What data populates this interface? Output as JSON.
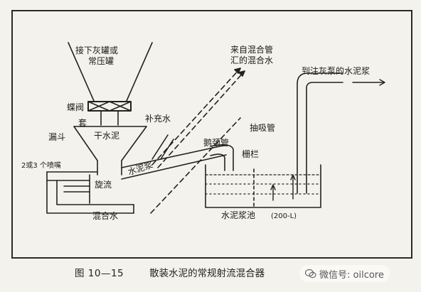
{
  "labels": {
    "hopper_top": "接下灰罐或",
    "hopper_top2": "常压罐",
    "butterfly_valve": "蝶阀",
    "sleeve": "套",
    "funnel": "漏斗",
    "dry_cement": "干水泥",
    "nozzles": "2或3 个喷嘴",
    "swirl": "旋流",
    "mixing_water": "混合水",
    "cement_slurry_diag": "水泥浆",
    "makeup_water": "补充水",
    "from_mix_pipe": "来自混合管",
    "from_mix_pipe2": "汇的混合水",
    "gooseneck": "鹅颈管",
    "fence": "栅栏",
    "suction_pipe": "抽吸管",
    "to_pump": "到注灰泵的水泥浆",
    "slurry_tank": "水泥浆池",
    "tank_volume": "(200-L)"
  },
  "caption": {
    "number": "图 10—15",
    "title": "散装水泥的常规射流混合器"
  },
  "watermark": {
    "text": "微信号: oilcore",
    "icon": "wechat-icon"
  },
  "colors": {
    "ink": "#1f1f1f",
    "paper": "#f4f2ec"
  }
}
